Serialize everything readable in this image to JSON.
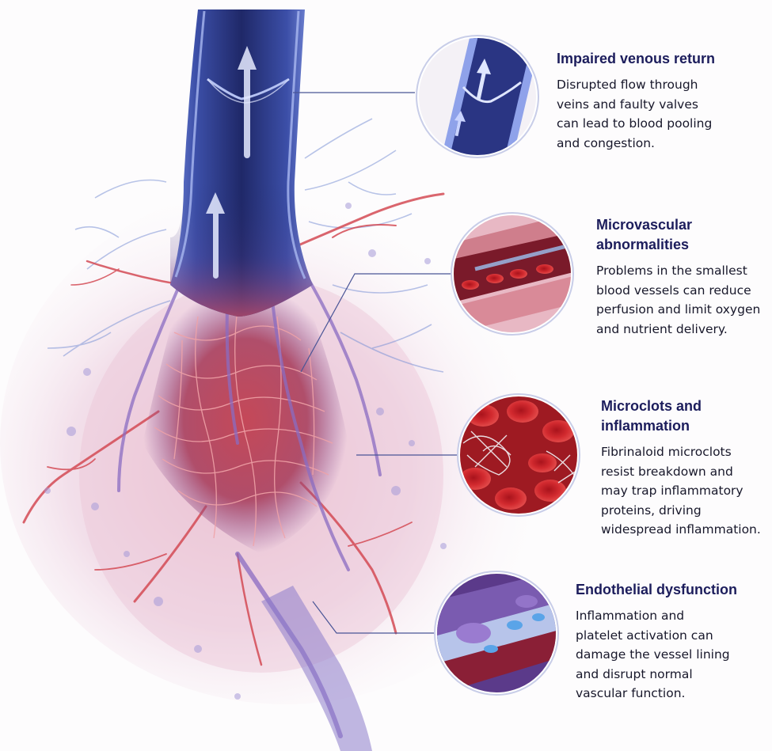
{
  "callouts": [
    {
      "id": "impaired-venous-return",
      "title": "Impaired venous return",
      "body": "Disrupted flow through\nveins and faulty valves\ncan lead to blood pooling\nand congestion.",
      "icon": "vein-valve-inset-icon"
    },
    {
      "id": "microvascular-abnormalities",
      "title": "Microvascular\nabnormalities",
      "body": "Problems in the smallest\nblood vessels can reduce\nperfusion and limit oxygen\nand nutrient delivery.",
      "icon": "capillary-inset-icon"
    },
    {
      "id": "microclots-and-inflammation",
      "title": "Microclots and\ninflammation",
      "body": "Fibrinaloid microclots\nresist breakdown and\nmay trap inflammatory\nproteins, driving\nwidespread inflammation.",
      "icon": "microclot-inset-icon"
    },
    {
      "id": "endothelial-dysfunction",
      "title": "Endothelial dysfunction",
      "body": "Inflammation and\nplatelet activation can\ndamage the vessel lining\nand disrupt normal\nvascular function.",
      "icon": "endothelium-inset-icon"
    }
  ],
  "colors": {
    "title": "#1c1d5c",
    "body": "#17172a",
    "vein": "#3b4ea8",
    "vein_dark": "#1d2466",
    "artery": "#d2404a",
    "tissue": "#f3e3ec",
    "leader_line": "#4a5596"
  }
}
